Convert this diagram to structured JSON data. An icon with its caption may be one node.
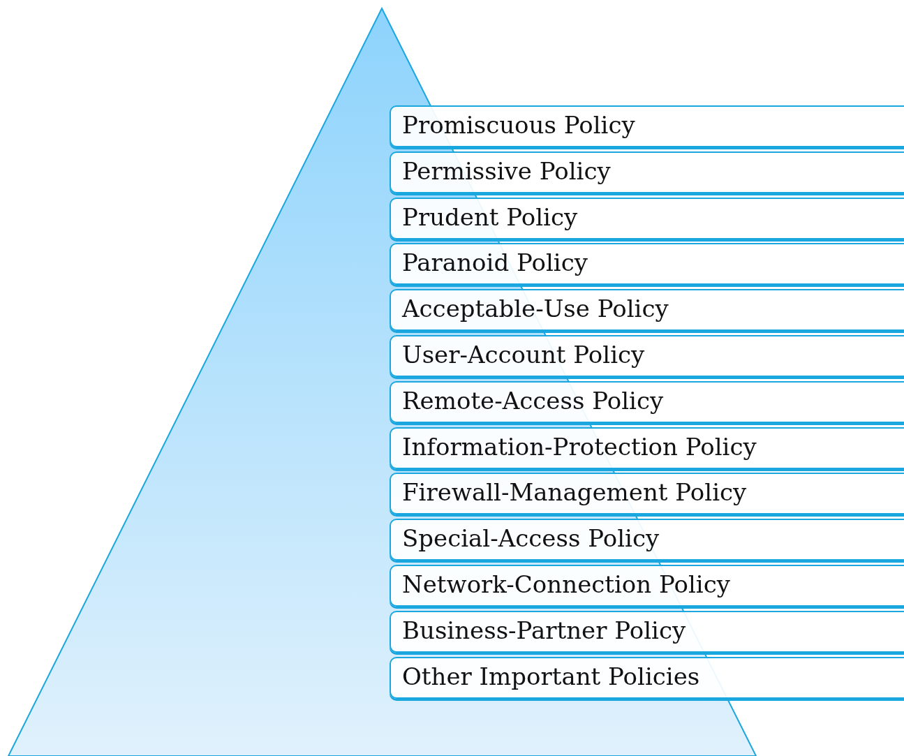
{
  "diagram": {
    "nodes": [
      {
        "text": [
          "Promiscuous Policy"
        ]
      },
      {
        "text": [
          "Permissive Policy"
        ]
      },
      {
        "text": [
          "Prudent Policy"
        ]
      },
      {
        "text": [
          "Paranoid Policy"
        ]
      },
      {
        "text": [
          "Acceptable-Use Policy"
        ]
      },
      {
        "text": [
          "User-Account Policy"
        ]
      },
      {
        "text": [
          "Remote-Access Policy"
        ]
      },
      {
        "text": [
          "Information-Protection Policy"
        ]
      },
      {
        "text": [
          "Firewall-Management Policy"
        ]
      },
      {
        "text": [
          "Special-Access Policy"
        ]
      },
      {
        "text": [
          "Network-Connection Policy"
        ]
      },
      {
        "text": [
          "Business-Partner Policy"
        ]
      },
      {
        "text": [
          "Other Important Policies"
        ]
      }
    ]
  }
}
